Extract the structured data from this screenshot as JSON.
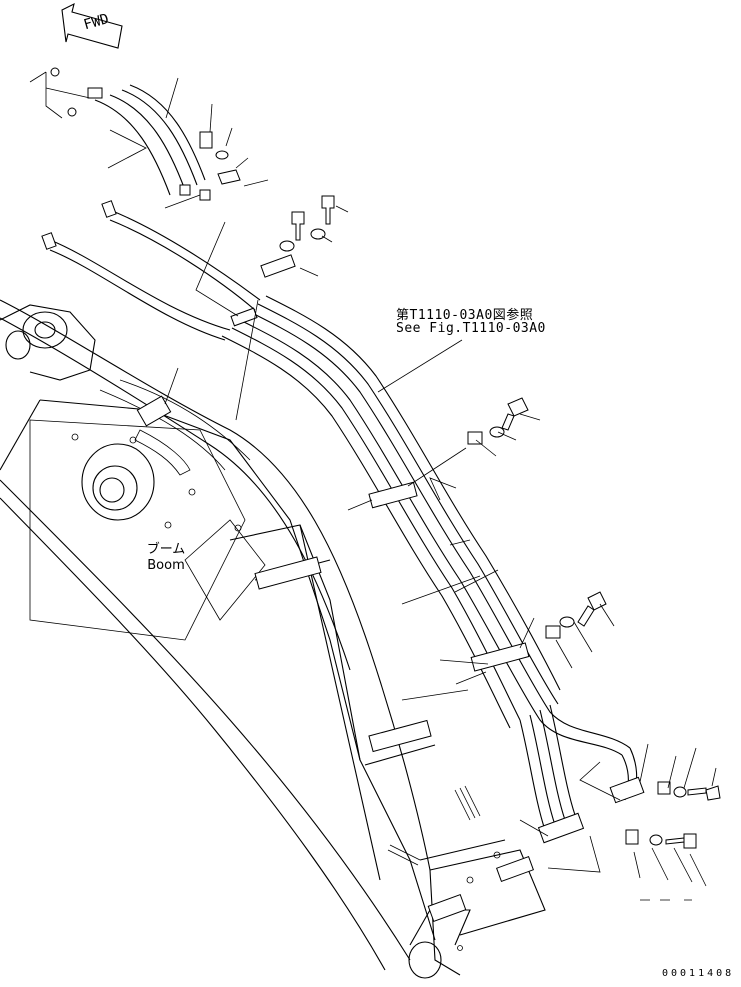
{
  "direction_arrow": {
    "label": "FWD"
  },
  "reference": {
    "line_jp": "第T1110-03A0図参照",
    "line_en": "See Fig.T1110-03A0"
  },
  "boom_label": {
    "jp": "ブーム",
    "en": "Boom"
  },
  "drawing_number": "00011408"
}
